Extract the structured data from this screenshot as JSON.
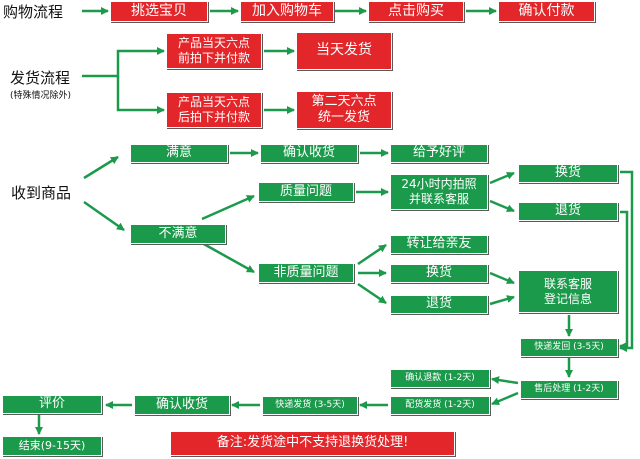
{
  "purchase_flow": {
    "label": "购物流程",
    "steps": [
      "挑选宝贝",
      "加入购物车",
      "点击购买",
      "确认付款"
    ]
  },
  "shipping_flow": {
    "label": "发货流程",
    "sublabel": "(特殊情况除外)",
    "before_six": "产品当天六点\n前拍下并付款",
    "ship_today": "当天发货",
    "after_six": "产品当天六点\n后拍下并付款",
    "ship_next_day": "第二天六点\n统一发货"
  },
  "receive": {
    "label": "收到商品",
    "satisfied": "满意",
    "confirm_receipt": "确认收货",
    "give_review": "给予好评",
    "unsatisfied": "不满意",
    "quality_issue": "质量问题",
    "photo_contact": "24小时内拍照\n并联系客服",
    "exchange": "换货",
    "refund_return": "退货",
    "non_quality_issue": "非质量问题",
    "transfer_friend": "转让给亲友",
    "exchange_2": "换货",
    "return_2": "退货",
    "contact_register": "联系客服\n登记信息",
    "express_back": "快递发回 (3-5天)",
    "after_sale": "售后处理 (1-2天)",
    "confirm_refund": "确认退款 (1-2天)",
    "prepare_ship": "配货发货 (1-2天)",
    "express_ship": "快递发货 (3-5天)",
    "confirm_receipt_2": "确认收货",
    "review": "评价",
    "finish": "结束(9-15天)"
  },
  "note": "备注:发货途中不支持退换货处理!",
  "colors": {
    "red": "#e3262a",
    "green": "#1c9a4c",
    "arrow": "#1c9a4c"
  }
}
